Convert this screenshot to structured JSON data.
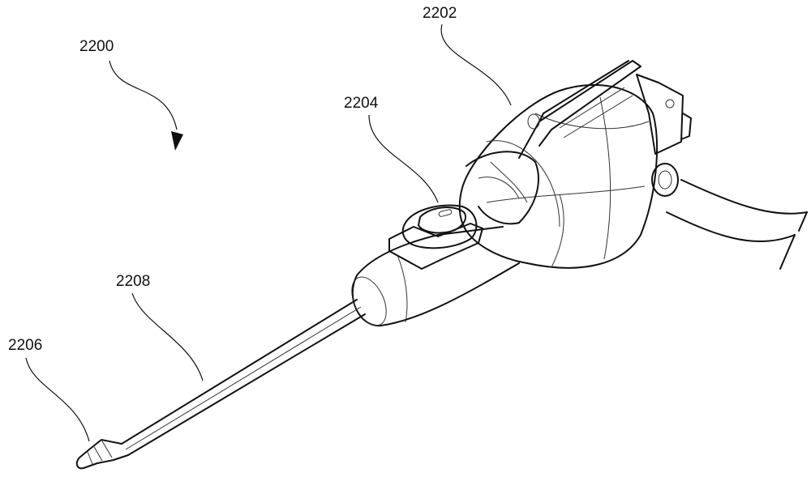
{
  "labels": {
    "device": "2200",
    "handle": "2202",
    "control": "2204",
    "tip": "2206",
    "shaft": "2208"
  }
}
